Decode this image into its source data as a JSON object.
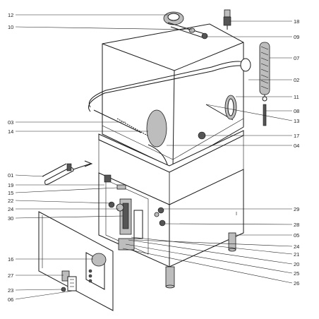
{
  "diagram": {
    "labels_left": [
      "12",
      "10",
      "03",
      "14",
      "01",
      "19",
      "15",
      "22",
      "24",
      "30",
      "16",
      "27",
      "23",
      "06"
    ],
    "labels_right": [
      "18",
      "09",
      "07",
      "02",
      "11",
      "08",
      "13",
      "17",
      "04",
      "29",
      "28",
      "05",
      "24",
      "21",
      "20",
      "25",
      "26"
    ]
  },
  "colors": {
    "line": "#1a1a1a",
    "shade": "#bdbdbd",
    "dark": "#555555",
    "background": "#ffffff"
  }
}
